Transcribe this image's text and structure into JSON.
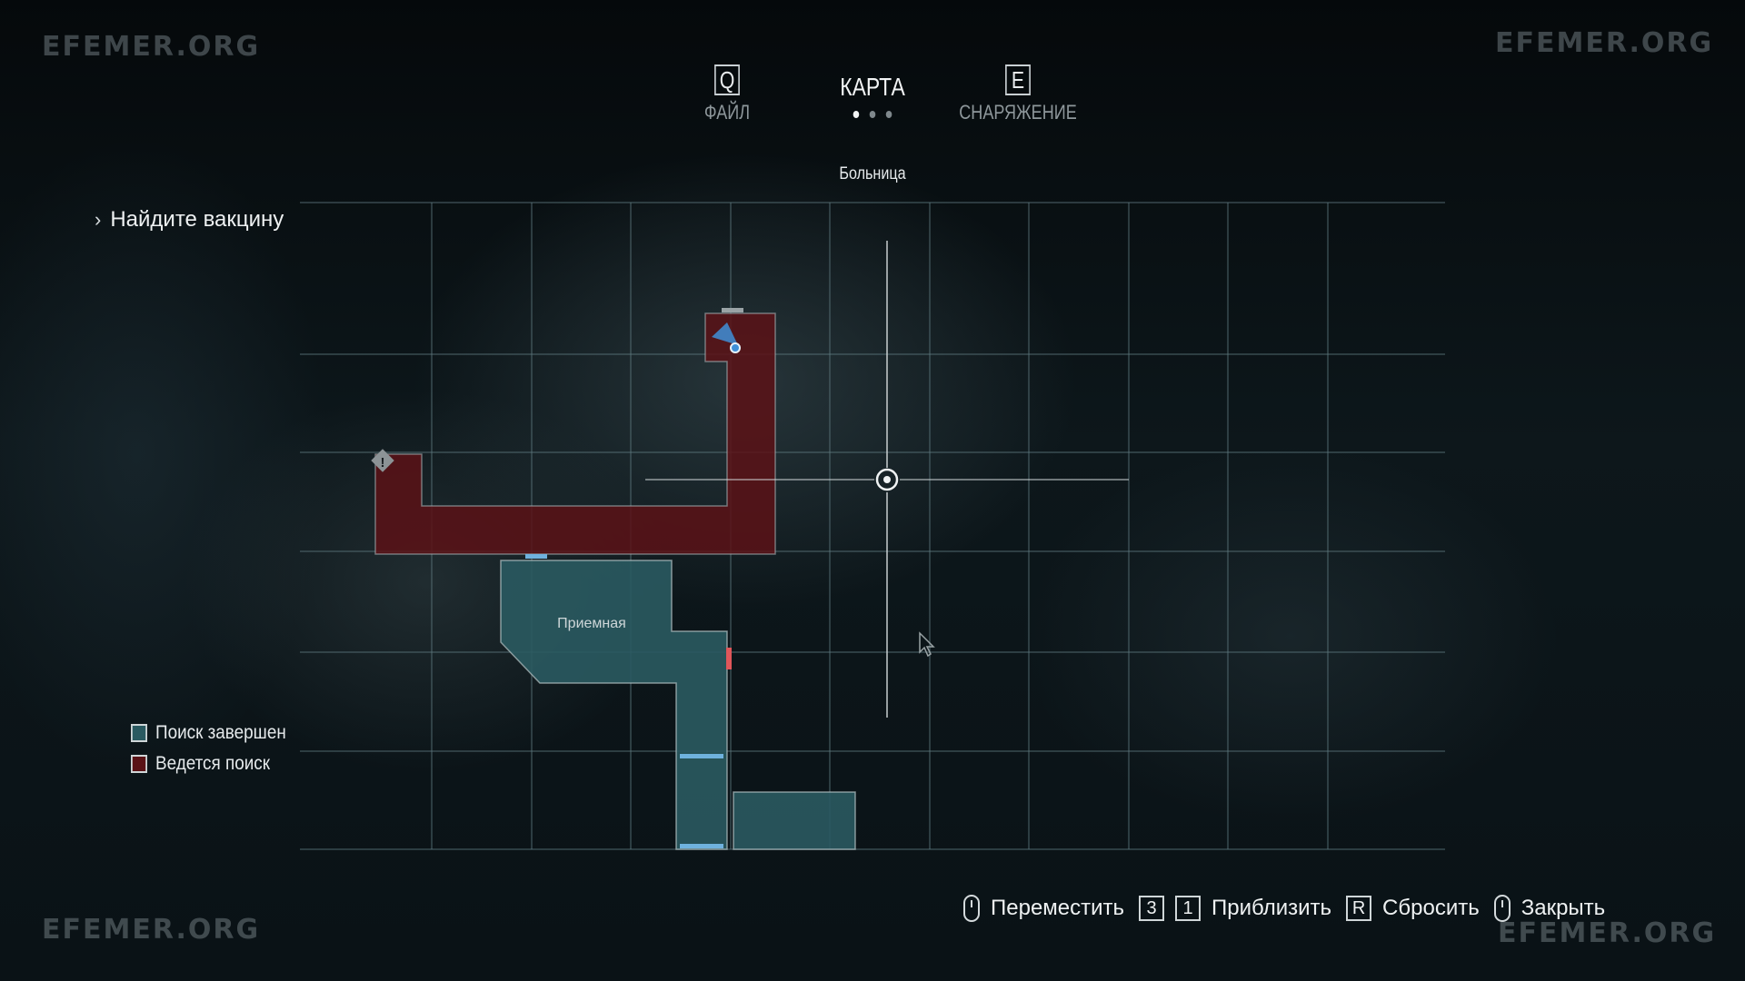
{
  "watermark": "EFEMER.ORG",
  "nav": {
    "file": {
      "key": "Q",
      "label": "ФАЙЛ"
    },
    "map": {
      "label": "КАРТА"
    },
    "equipment": {
      "key": "E",
      "label": "СНАРЯЖЕНИЕ"
    }
  },
  "area_title": "Больница",
  "objective": "Найдите вакцину",
  "map": {
    "room_label": "Приемная",
    "colors": {
      "searched": "#2a5a61",
      "in_progress": "#5a1216",
      "player_marker": "#3f8fd8",
      "door": "#6fb2de",
      "locked_door": "#e0565a"
    }
  },
  "legend": {
    "searched": "Поиск завершен",
    "in_progress": "Ведется поиск"
  },
  "controls": {
    "move": "Переместить",
    "zoom_key_a": "3",
    "zoom_key_b": "1",
    "zoom": "Приблизить",
    "reset_key": "R",
    "reset": "Сбросить",
    "close": "Закрыть"
  }
}
